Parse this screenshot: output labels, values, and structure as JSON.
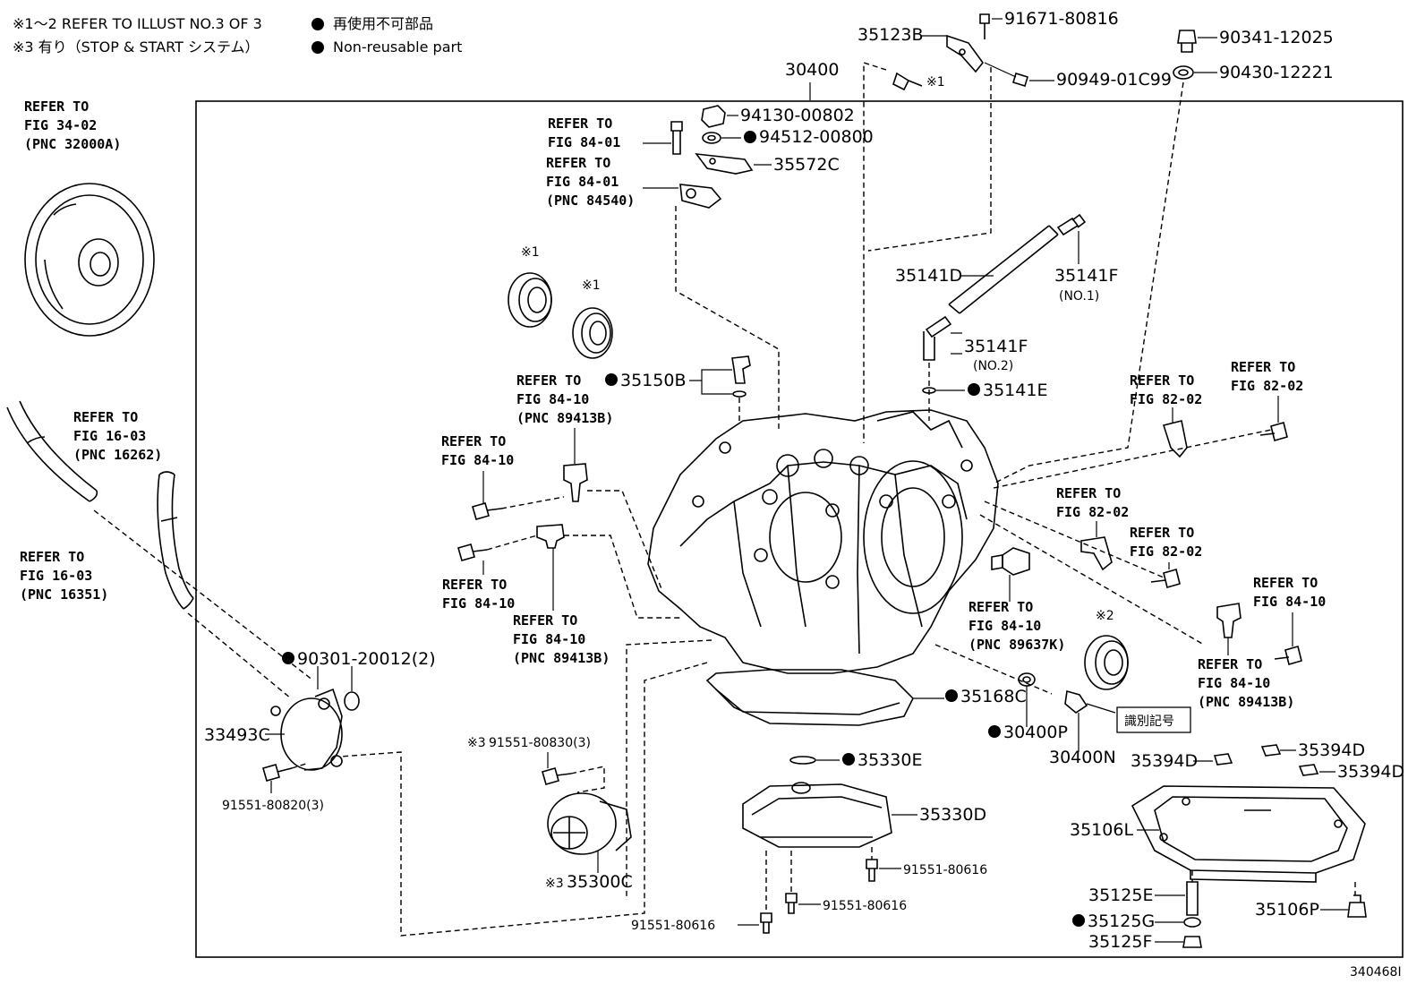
{
  "header": {
    "note1": "※1～2 REFER TO ILLUST NO.3 OF 3",
    "note2": "※3 有り（STOP & START システム）",
    "legend_ja": "再使用不可部品",
    "legend_en": "Non-reusable part"
  },
  "refs": {
    "r_torque": [
      "REFER TO",
      "FIG 34-02",
      "(PNC 32000A)"
    ],
    "r_hose1": [
      "REFER TO",
      "FIG 16-03",
      "(PNC 16262)"
    ],
    "r_hose2": [
      "REFER TO",
      "FIG 16-03",
      "(PNC 16351)"
    ],
    "r_8401a": [
      "REFER TO",
      "FIG 84-01"
    ],
    "r_8401b": [
      "REFER TO",
      "FIG 84-01",
      "(PNC 84540)"
    ],
    "r_8410a": [
      "REFER TO",
      "FIG 84-10",
      "(PNC 89413B)"
    ],
    "r_8410b": [
      "REFER TO",
      "FIG 84-10"
    ],
    "r_8410c": [
      "REFER TO",
      "FIG 84-10"
    ],
    "r_8410d": [
      "REFER TO",
      "FIG 84-10",
      "(PNC 89413B)"
    ],
    "r_8410e": [
      "REFER TO",
      "FIG 84-10",
      "(PNC 89637K)"
    ],
    "r_8410f": [
      "REFER TO",
      "FIG 84-10"
    ],
    "r_8410g": [
      "REFER TO",
      "FIG 84-10",
      "(PNC 89413B)"
    ],
    "r_8202a": [
      "REFER TO",
      "FIG 82-02"
    ],
    "r_8202b": [
      "REFER TO",
      "FIG 82-02"
    ],
    "r_8202c": [
      "REFER TO",
      "FIG 82-02"
    ],
    "r_8202d": [
      "REFER TO",
      "FIG 82-02"
    ]
  },
  "parts": {
    "p30400": "30400",
    "p35123B": "35123B",
    "p91671": "91671-80816",
    "p90949": "90949-01C99",
    "p90341": "90341-12025",
    "p90430": "90430-12221",
    "pstar1a": "※1",
    "p94130": "94130-00802",
    "p94512": "94512-00800",
    "p35572C": "35572C",
    "p35141D": "35141D",
    "p35141F1": "35141F",
    "p35141F1sub": "(NO.1)",
    "p35141F2": "35141F",
    "p35141F2sub": "(NO.2)",
    "p35141E": "35141E",
    "p35150B": "35150B",
    "pstar1b": "※1",
    "pstar1c": "※1",
    "pstar2": "※2",
    "p90301": "90301-20012(2)",
    "p33493C": "33493C",
    "p91551_820": "91551-80820(3)",
    "p91551_830": "91551-80830(3)",
    "pstar3a": "※3",
    "pstar3b": "※3",
    "p35300C": "35300C",
    "p35168C": "35168C",
    "p30400P": "30400P",
    "p30400N": "30400N",
    "pidmark": "識別記号",
    "p35330E": "35330E",
    "p35330D": "35330D",
    "p91551_616a": "91551-80616",
    "p91551_616b": "91551-80616",
    "p91551_616c": "91551-80616",
    "p35394Da": "35394D",
    "p35394Db": "35394D",
    "p35394Dc": "35394D",
    "p35106L": "35106L",
    "p35125E": "35125E",
    "p35125G": "35125G",
    "p35125F": "35125F",
    "p35106P": "35106P"
  },
  "footer": {
    "code": "340468I"
  }
}
